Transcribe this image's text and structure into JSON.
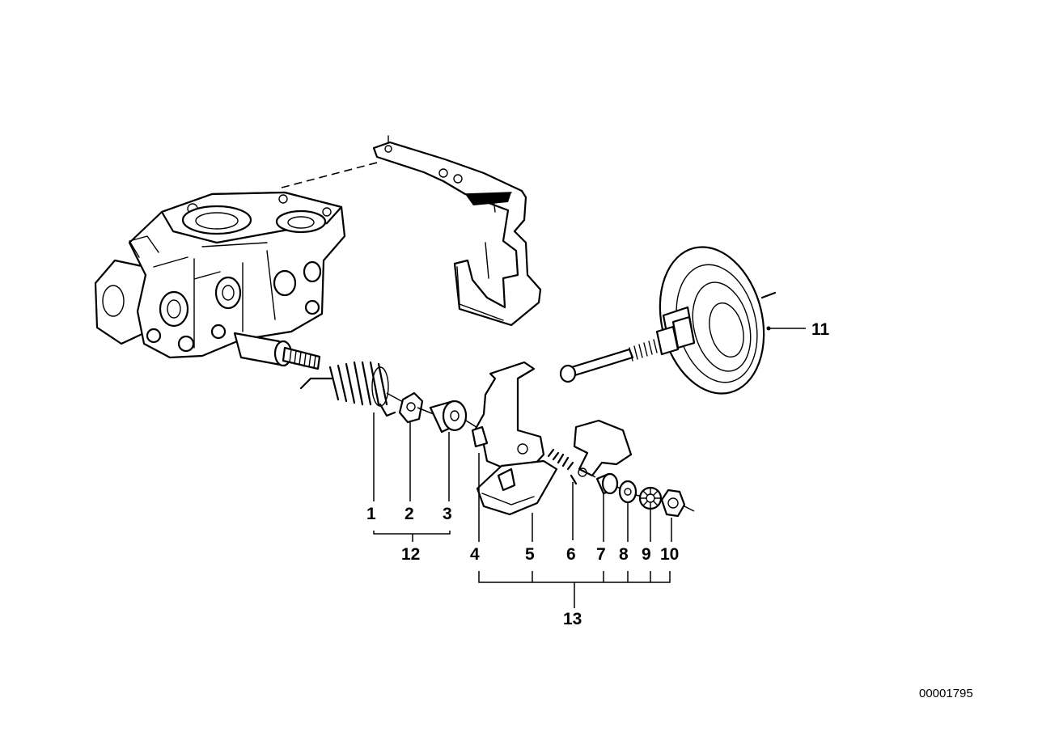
{
  "callouts": {
    "c1": "1",
    "c2": "2",
    "c3": "3",
    "c4": "4",
    "c5": "5",
    "c6": "6",
    "c7": "7",
    "c8": "8",
    "c9": "9",
    "c10": "10",
    "c11": "11",
    "c12": "12",
    "c13": "13"
  },
  "document_id": "00001795"
}
